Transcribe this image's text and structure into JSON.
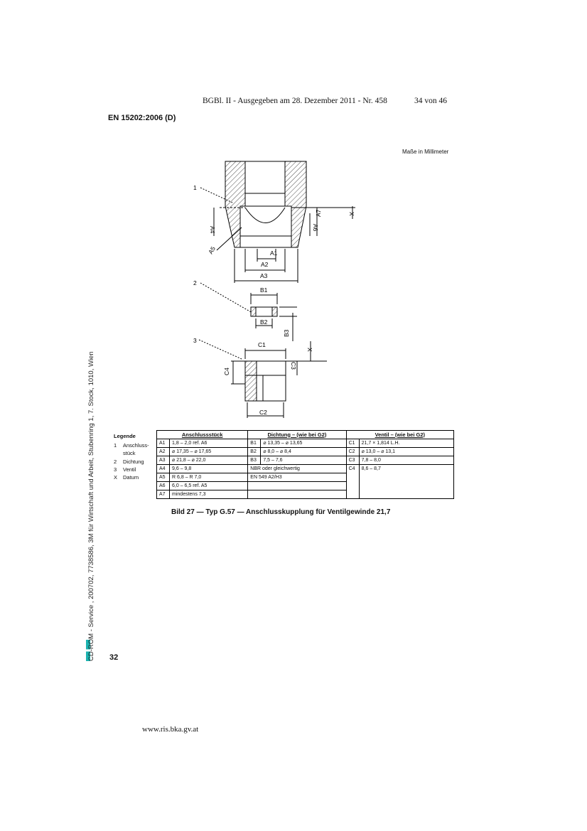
{
  "header": {
    "gazette": "BGBl. II - Ausgegeben am 28. Dezember 2011 - Nr. 458",
    "page_of": "34 von 46"
  },
  "standard": "EN 15202:2006 (D)",
  "units_note": "Maße in Millimeter",
  "drawing": {
    "callouts": [
      "1",
      "2",
      "3"
    ],
    "labels": {
      "A1": "A1",
      "A2": "A2",
      "A3": "A3",
      "A4": "A4",
      "A5": "A5",
      "A6": "A6",
      "A7": "A7",
      "B1": "B1",
      "B2": "B2",
      "B3": "B3",
      "C1": "C1",
      "C2": "C2",
      "C3": "C3",
      "C4": "C4",
      "X": "X"
    }
  },
  "legend": {
    "title": "Legende",
    "items": [
      {
        "key": "1",
        "text": "Anschluss-"
      },
      {
        "key": "",
        "text": "stück"
      },
      {
        "key": "2",
        "text": "Dichtung"
      },
      {
        "key": "3",
        "text": "Ventil"
      },
      {
        "key": "X",
        "text": "Datum"
      }
    ]
  },
  "table": {
    "headers": [
      "Anschlussstück",
      "Dichtung – (wie bei G2)",
      "Ventil – (wie bei G2)"
    ],
    "rows": [
      [
        "A1",
        "1,8 – 2,0 ref. A6",
        "B1",
        "⌀ 13,35 – ⌀ 13,65",
        "C1",
        "21,7 × 1,814 L.H."
      ],
      [
        "A2",
        "⌀ 17,35 – ⌀ 17,65",
        "B2",
        "⌀ 8,0 – ⌀ 8,4",
        "C2",
        "⌀ 13,0 – ⌀ 13,1"
      ],
      [
        "A3",
        "⌀ 21,8 – ⌀ 22,0",
        "B3",
        "7,5 – 7,6",
        "C3",
        "7,8 – 8,0"
      ],
      [
        "A4",
        "9,6 – 9,8",
        "",
        "NBR oder gleichwertig",
        "C4",
        "8,6 – 8,7"
      ],
      [
        "A5",
        "R 6,8 – R 7,0",
        "",
        "EN 549 A2/H3",
        "",
        ""
      ],
      [
        "A6",
        "6,0 – 6,5 ref. A5",
        "",
        "",
        "",
        ""
      ],
      [
        "A7",
        "mindestens 7,3",
        "",
        "",
        "",
        ""
      ]
    ]
  },
  "caption": "Bild 27 — Typ G.57 — Anschlusskupplung für Ventilgewinde 21,7",
  "side_text": "CD-ROM - Service , 200702, 7738586, 3M für Wirtschaft und Arbeit, Stubenring 1, 7. Stock, 1010, Wien",
  "page_number": "32",
  "footer_url": "www.ris.bka.gv.at"
}
